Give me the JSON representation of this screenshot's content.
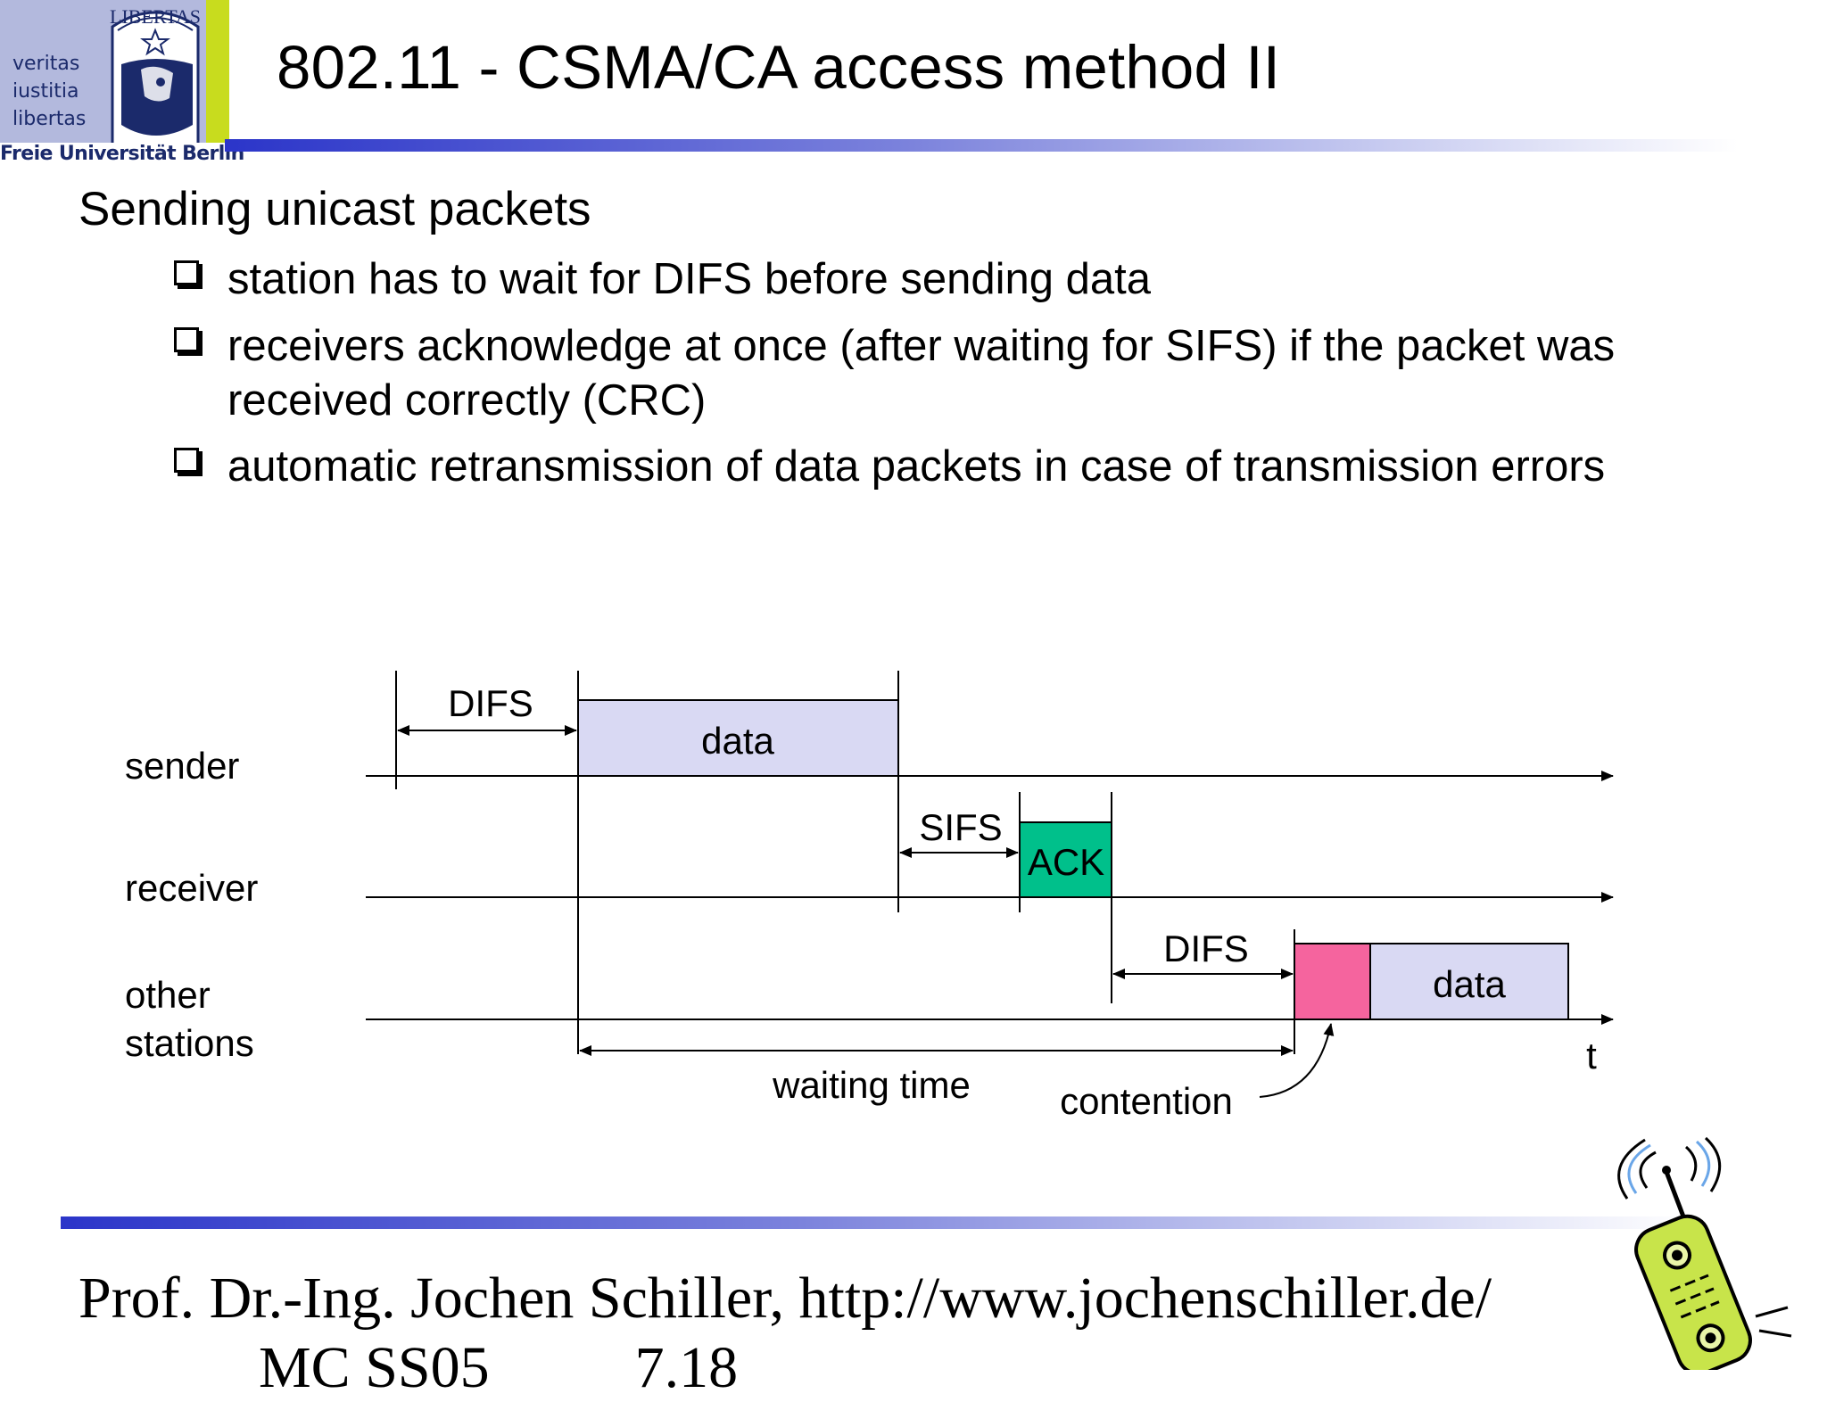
{
  "logo": {
    "motto": [
      "veritas",
      "iustitia",
      "libertas"
    ],
    "seal_text": "LIBERTAS",
    "university": "Freie Universität Berlin"
  },
  "slide": {
    "title": "802.11 - CSMA/CA access method II",
    "heading": "Sending unicast packets",
    "bullets": [
      "station has to wait for DIFS before sending data",
      "receivers acknowledge at once (after waiting for SIFS) if the packet was received correctly (CRC)",
      "automatic retransmission of data packets in case of transmission errors"
    ]
  },
  "diagram": {
    "rows": {
      "sender": "sender",
      "receiver": "receiver",
      "other_line1": "other",
      "other_line2": "stations"
    },
    "labels": {
      "difs_sender": "DIFS",
      "data_sender": "data",
      "sifs": "SIFS",
      "ack": "ACK",
      "difs_other": "DIFS",
      "data_other": "data",
      "waiting_time": "waiting time",
      "contention": "contention",
      "time_axis": "t"
    },
    "colors": {
      "data_fill": "#d9d9f3",
      "ack_fill": "#00c08b",
      "contention_fill": "#f5649e"
    }
  },
  "footer": {
    "author": "Prof. Dr.-Ing. Jochen Schiller, http://www.jochenschiller.de/",
    "course": "MC SS05",
    "page": "7.18"
  },
  "decor": {
    "phone_icon": "mobile-phone-icon"
  }
}
